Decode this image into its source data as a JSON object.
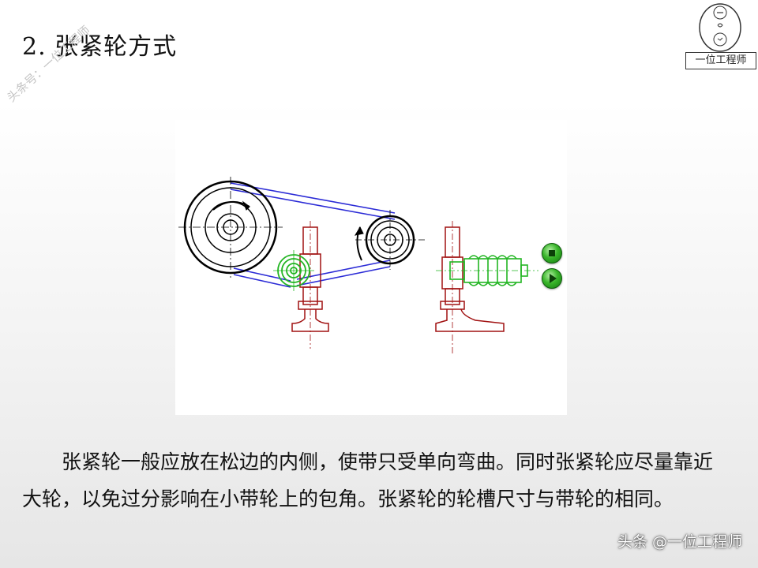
{
  "slide": {
    "title": "2. 张紧轮方式",
    "paragraph": "张紧轮一般应放在松边的内侧，使带只受单向弯曲。同时张紧轮应尽量靠近大轮，以免过分影响在小带轮上的包角。张紧轮的轮槽尺寸与带轮的相同。"
  },
  "watermarks": {
    "diagonal": "头条号：一位工程师",
    "footer": "头条 @一位工程师"
  },
  "logo": {
    "label": "一位工程师"
  },
  "controls": {
    "stop_icon": "stop-icon",
    "play_icon": "play-icon"
  },
  "colors": {
    "belt": "#2b2bd6",
    "pulley": "#000000",
    "tensioner": "#22b522",
    "support": "#a01010"
  }
}
